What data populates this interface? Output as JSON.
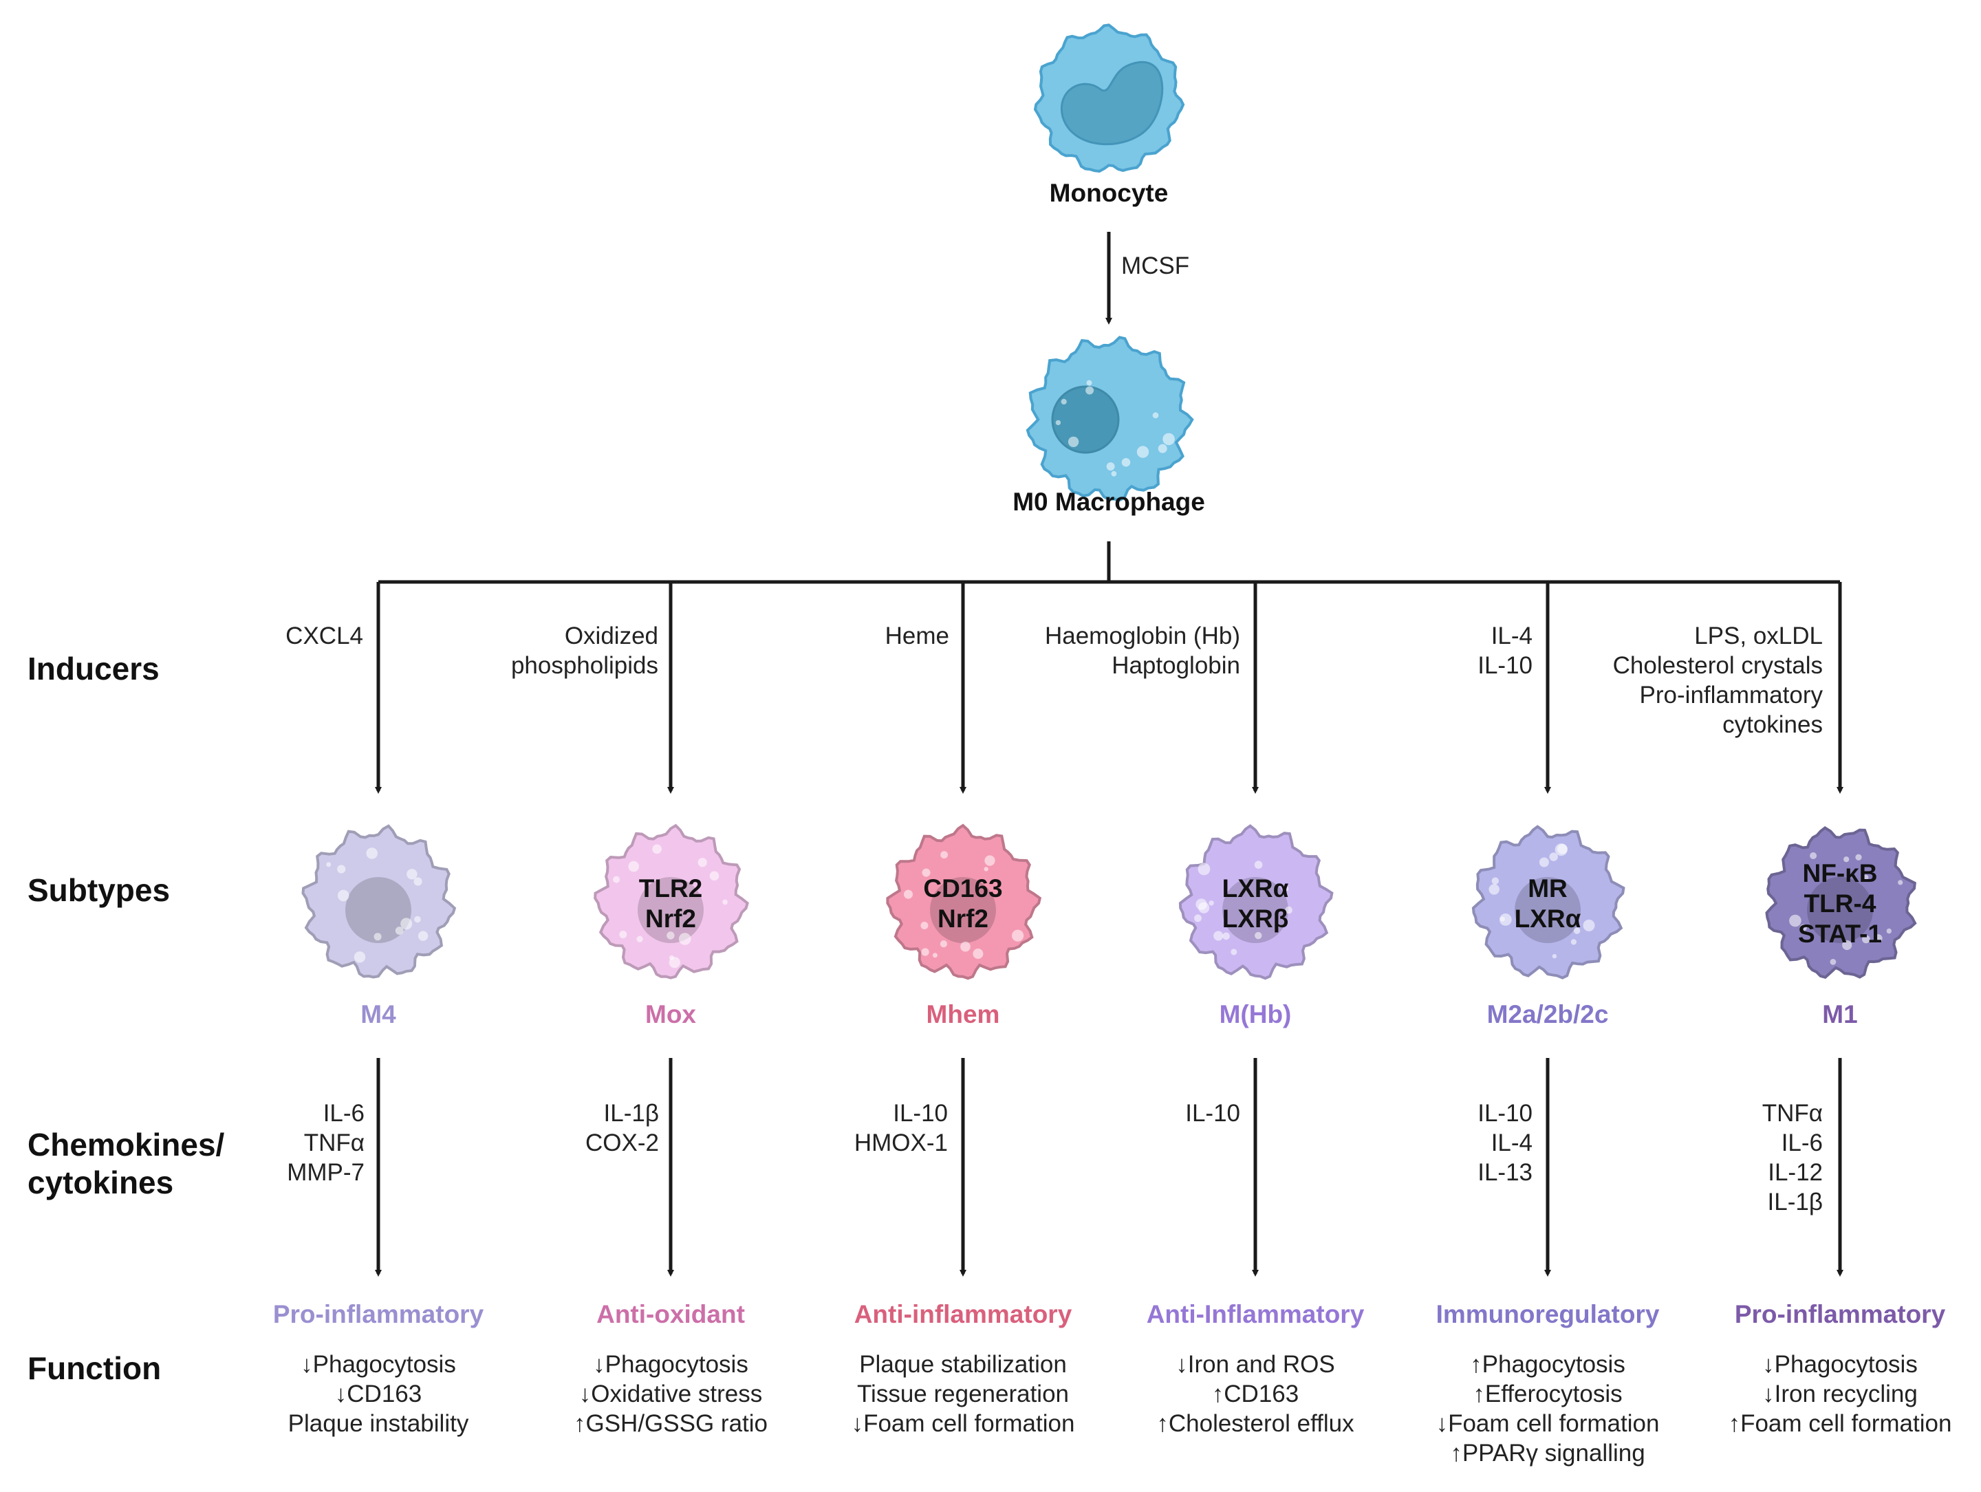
{
  "monocyte": {
    "label": "Monocyte",
    "color": "#7cc6e6"
  },
  "mcsf": "MCSF",
  "m0": {
    "label": "M0 Macrophage",
    "color": "#7cc6e6"
  },
  "rows": {
    "inducers": "Inducers",
    "subtypes": "Subtypes",
    "chemokines": [
      "Chemokines/",
      "cytokines"
    ],
    "function": "Function"
  },
  "columns": [
    {
      "id": "m4",
      "inducers": [
        "CXCL4"
      ],
      "markers": [],
      "subtype": "M4",
      "cell_color": "#cdcbe9",
      "label_color": "#9a8fd0",
      "cytokines": [
        "IL-6",
        "TNFα",
        "MMP-7"
      ],
      "function_title": "Pro-inflammatory",
      "function_items": [
        "↓Phagocytosis",
        "↓CD163",
        "Plaque instability"
      ]
    },
    {
      "id": "mox",
      "inducers": [
        "Oxidized",
        "phospholipids"
      ],
      "markers": [
        "TLR2",
        "Nrf2"
      ],
      "subtype": "Mox",
      "cell_color": "#f2c6ec",
      "label_color": "#cc6fa8",
      "cytokines": [
        "IL-1β",
        "COX-2"
      ],
      "function_title": "Anti-oxidant",
      "function_items": [
        "↓Phagocytosis",
        "↓Oxidative stress",
        "↑GSH/GSSG ratio"
      ]
    },
    {
      "id": "mhem",
      "inducers": [
        "Heme"
      ],
      "markers": [
        "CD163",
        "Nrf2"
      ],
      "subtype": "Mhem",
      "cell_color": "#f498b2",
      "label_color": "#d9607c",
      "cytokines": [
        "IL-10",
        "HMOX-1"
      ],
      "function_title": "Anti-inflammatory",
      "function_items": [
        "Plaque stabilization",
        "Tissue regeneration",
        "↓Foam cell formation"
      ]
    },
    {
      "id": "mhb",
      "inducers": [
        "Haemoglobin (Hb)",
        "Haptoglobin"
      ],
      "markers": [
        "LXRα",
        "LXRβ"
      ],
      "subtype": "M(Hb)",
      "cell_color": "#cbb8f2",
      "label_color": "#9577d6",
      "cytokines": [
        "IL-10"
      ],
      "function_title": "Anti-Inflammatory",
      "function_items": [
        "↓Iron and ROS",
        "↑CD163",
        "↑Cholesterol efflux"
      ]
    },
    {
      "id": "m2",
      "inducers": [
        "IL-4",
        "IL-10"
      ],
      "markers": [
        "MR",
        "LXRα"
      ],
      "subtype": "M2a/2b/2c",
      "cell_color": "#b6b5ea",
      "label_color": "#8277c9",
      "cytokines": [
        "IL-10",
        "IL-4",
        "IL-13"
      ],
      "function_title": "Immunoregulatory",
      "function_items": [
        "↑Phagocytosis",
        "↑Efferocytosis",
        "↓Foam cell formation",
        "↑PPARγ signalling"
      ]
    },
    {
      "id": "m1",
      "inducers": [
        "LPS, oxLDL",
        "Cholesterol crystals",
        "Pro-inflammatory",
        "cytokines"
      ],
      "markers": [
        "NF-κB",
        "TLR-4",
        "STAT-1"
      ],
      "subtype": "M1",
      "cell_color": "#8a80bd",
      "label_color": "#7c5aa8",
      "cytokines": [
        "TNFα",
        "IL-6",
        "IL-12",
        "IL-1β"
      ],
      "function_title": "Pro-inflammatory",
      "function_items": [
        "↓Phagocytosis",
        "↓Iron recycling",
        "↑Foam cell formation"
      ]
    }
  ]
}
